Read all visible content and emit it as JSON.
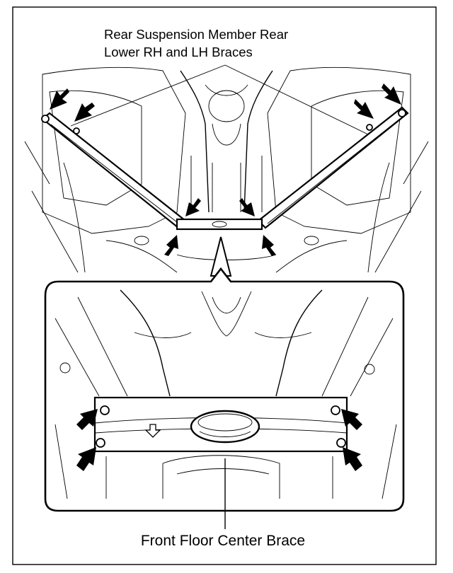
{
  "labels": {
    "top_line1": "Rear Suspension Member Rear",
    "top_line2": "Lower RH and LH Braces",
    "bottom": "Front Floor Center Brace"
  },
  "colors": {
    "ink": "#000000",
    "paper": "#ffffff"
  },
  "icons": [
    "callout-arrow-icon",
    "bolt-icon",
    "direction-arrow-icon"
  ]
}
